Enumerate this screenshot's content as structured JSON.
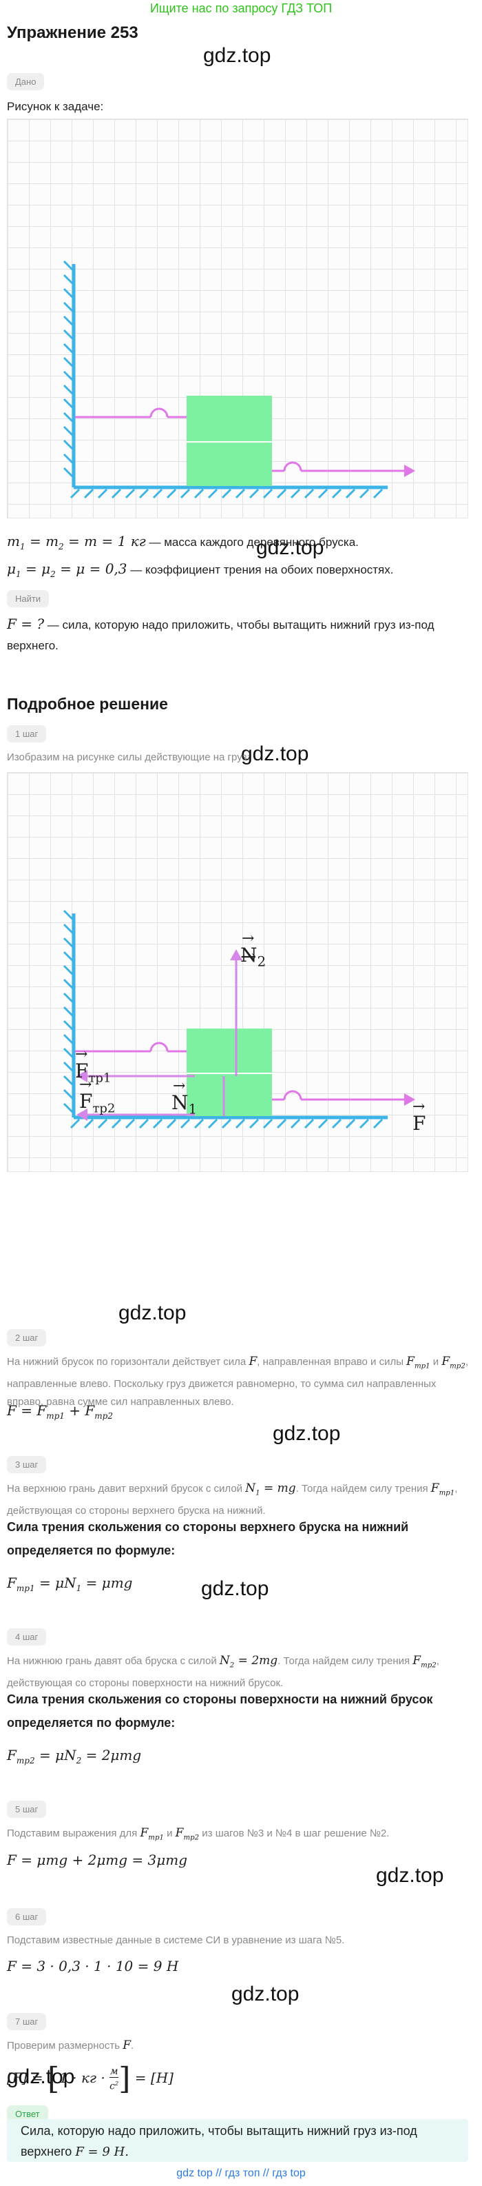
{
  "banner": "Ищите нас по запросу ГДЗ ТОП",
  "title": "Упражнение 253",
  "watermark": "gdz.top",
  "chips": {
    "given": "Дано",
    "find": "Найти",
    "step1": "1 шаг",
    "step2": "2 шаг",
    "step3": "3 шаг",
    "step4": "4 шаг",
    "step5": "5 шаг",
    "step6": "6 шаг",
    "step7": "7 шаг",
    "answer": "Ответ"
  },
  "figure_caption": "Рисунок к задаче:",
  "given": {
    "line1_text": " — масса каждого деревянного бруска.",
    "line2_text": " — коэффициент трения на обоих поверхностях."
  },
  "find_text": " — сила, которую надо приложить, чтобы вытащить нижний груз из-под верхнего.",
  "solution_heading": "Подробное решение",
  "step1_text": "Изобразим на рисунке силы действующие на груз:",
  "forces": {
    "n2": "N",
    "n2_sub": "2",
    "n1": "N",
    "n1_sub": "1",
    "f1": "F",
    "f1_sub": "тр1",
    "f2": "F",
    "f2_sub": "тр2",
    "f": "F"
  },
  "step2": {
    "t1": "На нижний брусок по горизонтали действует сила ",
    "t2": ", направленная вправо и силы ",
    "t3": " и ",
    "t4": ", направленные влево. Поскольку груз движется равномерно, то сумма сил направленных вправо, равна сумме сил направленных влево."
  },
  "step3": {
    "t1": "На верхнюю грань давит верхний брусок с силой ",
    "t2": ". Тогда найдем силу трения ",
    "t3": ", действующая со стороны верхнего бруска на нижний.",
    "bold": "Сила трения скольжения со стороны верхнего бруска на нижний определяется по формуле:"
  },
  "step4": {
    "t1": "На нижнюю грань давят оба бруска с силой ",
    "t2": ". Тогда найдем силу трения ",
    "t3": ", действующая со стороны поверхности на нижний брусок.",
    "bold": "Сила трения скольжения со стороны поверхности на нижний брусок определяется по формуле:"
  },
  "step5": {
    "t1": "Подставим выражения для ",
    "t2": " и ",
    "t3": " из шагов №3 и №4 в шаг решение №2."
  },
  "step6_text": "Подставим известные данные в системе СИ в уравнение из шага №5.",
  "step7_text": "Проверим размерность ",
  "answer": {
    "t1": "Сила, которую надо приложить, чтобы вытащить нижний груз из-под верхнего "
  },
  "footer": "gdz top  //  гдз топ  //  гдз top",
  "colors": {
    "banner": "#2ec41b",
    "wall": "#3db4e6",
    "block": "#7ef0a2",
    "spring": "#e078e8",
    "force": "#d586e8",
    "answer_bg": "#e8f8f6",
    "footer_link": "#2a7be4"
  }
}
